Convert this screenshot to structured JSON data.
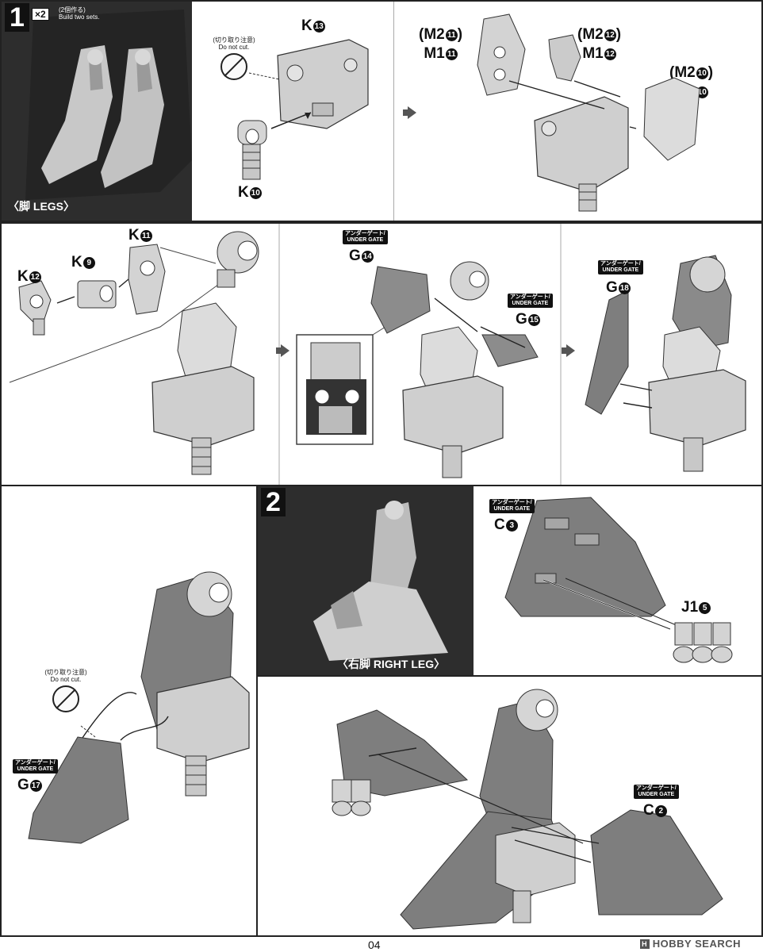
{
  "step1": {
    "number": "1",
    "multiplier": "×2",
    "multiplier_jp": "(2個作る)",
    "multiplier_en": "Build two sets.",
    "caption_jp": "〈脚",
    "caption_en": "LEGS〉"
  },
  "step2": {
    "number": "2",
    "caption_jp": "〈右脚",
    "caption_en": "RIGHT LEG〉"
  },
  "notices": {
    "do_not_cut_jp": "(切り取り注意)",
    "do_not_cut_en": "Do not cut.",
    "under_gate_jp": "アンダーゲート/",
    "under_gate_en": "UNDER GATE"
  },
  "parts": {
    "k13": {
      "letter": "K",
      "num": "13"
    },
    "k10": {
      "letter": "K",
      "num": "10"
    },
    "m11": {
      "alt": "(M2",
      "alt_num": "11",
      "letter": "M1",
      "num": "11"
    },
    "m12": {
      "alt": "(M2",
      "alt_num": "12",
      "letter": "M1",
      "num": "12"
    },
    "m10": {
      "alt": "(M2",
      "alt_num": "10",
      "letter": "M1",
      "num": "10"
    },
    "k11": {
      "letter": "K",
      "num": "11"
    },
    "k9": {
      "letter": "K",
      "num": "9"
    },
    "k12": {
      "letter": "K",
      "num": "12"
    },
    "g14": {
      "letter": "G",
      "num": "14"
    },
    "g15": {
      "letter": "G",
      "num": "15"
    },
    "g18": {
      "letter": "G",
      "num": "18"
    },
    "g17": {
      "letter": "G",
      "num": "17"
    },
    "c3": {
      "letter": "C",
      "num": "3"
    },
    "j15": {
      "letter": "J1",
      "num": "5"
    },
    "c2": {
      "letter": "C",
      "num": "2"
    }
  },
  "footer": {
    "page_number": "04",
    "watermark": "HOBBY SEARCH"
  }
}
